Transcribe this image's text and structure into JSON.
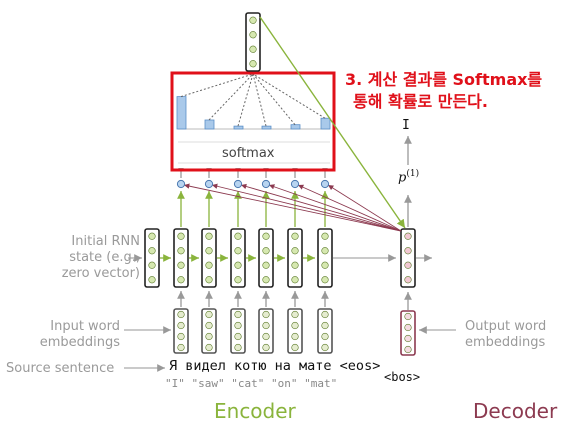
{
  "labels": {
    "initial_rnn_state": [
      "Initial RNN",
      "state (e.g.,",
      "zero vector)"
    ],
    "input_word_embeddings": [
      "Input word",
      "embeddings"
    ],
    "source_sentence": "Source sentence",
    "output_word_embeddings": [
      "Output word",
      "embeddings"
    ],
    "encoder": "Encoder",
    "decoder": "Decoder",
    "softmax": "softmax",
    "source_tokens": "Я видел котю на мате <eos>",
    "translations": "\"I\" \"saw\" \"cat\" \"on\" \"mat\"",
    "decoder_input": "<bos>",
    "output_prob": "p",
    "output_prob_sup": "(1)",
    "output_token": "I"
  },
  "annotation": [
    "3. 계산 결과를 Softmax를",
    "통해 확률로 만든다."
  ],
  "colors": {
    "encoder_green": "#8ab43c",
    "decoder_maroon": "#8c3a50",
    "annotation_red": "#e0101a",
    "bar_blue": "#a9c9ea"
  },
  "attention_bars": [
    0.9,
    0.25,
    0.08,
    0.08,
    0.12,
    0.3
  ]
}
